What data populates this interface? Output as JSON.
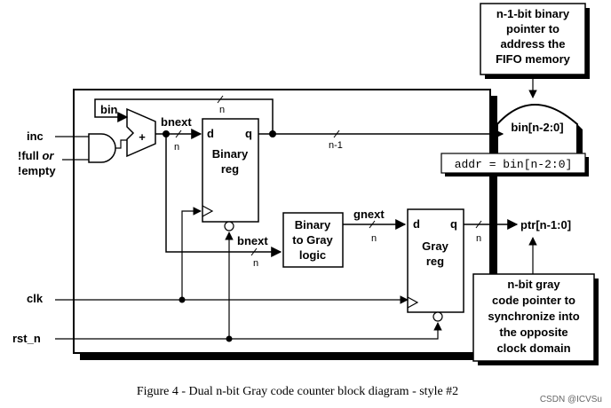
{
  "labels": {
    "inc": "inc",
    "full_line1_a": "!full ",
    "full_line1_b": "or",
    "full_line2": "!empty",
    "clk": "clk",
    "rst_n": "rst_n",
    "bin": "bin",
    "plus": "+",
    "bnext_top": "bnext",
    "bnext_bottom": "bnext",
    "n": "n",
    "n_minus_1": "n-1",
    "d": "d",
    "q": "q",
    "binary_reg": [
      "Binary",
      "reg"
    ],
    "gray_reg": [
      "Gray",
      "reg"
    ],
    "bin2gray": [
      "Binary",
      "to Gray",
      "logic"
    ],
    "gnext": "gnext",
    "bin_out": "bin[n-2:0]",
    "addr": "addr = bin[n-2:0]",
    "ptr_out": "ptr[n-1:0]"
  },
  "callouts": {
    "top": [
      "n-1-bit binary",
      "pointer to",
      "address the",
      "FIFO memory"
    ],
    "bottom": [
      "n-bit gray",
      "code pointer to",
      "synchronize into",
      "the opposite",
      "clock domain"
    ]
  },
  "caption": "Figure 4 - Dual n-bit Gray code counter block diagram - style #2",
  "watermark": "CSDN @ICVSu"
}
